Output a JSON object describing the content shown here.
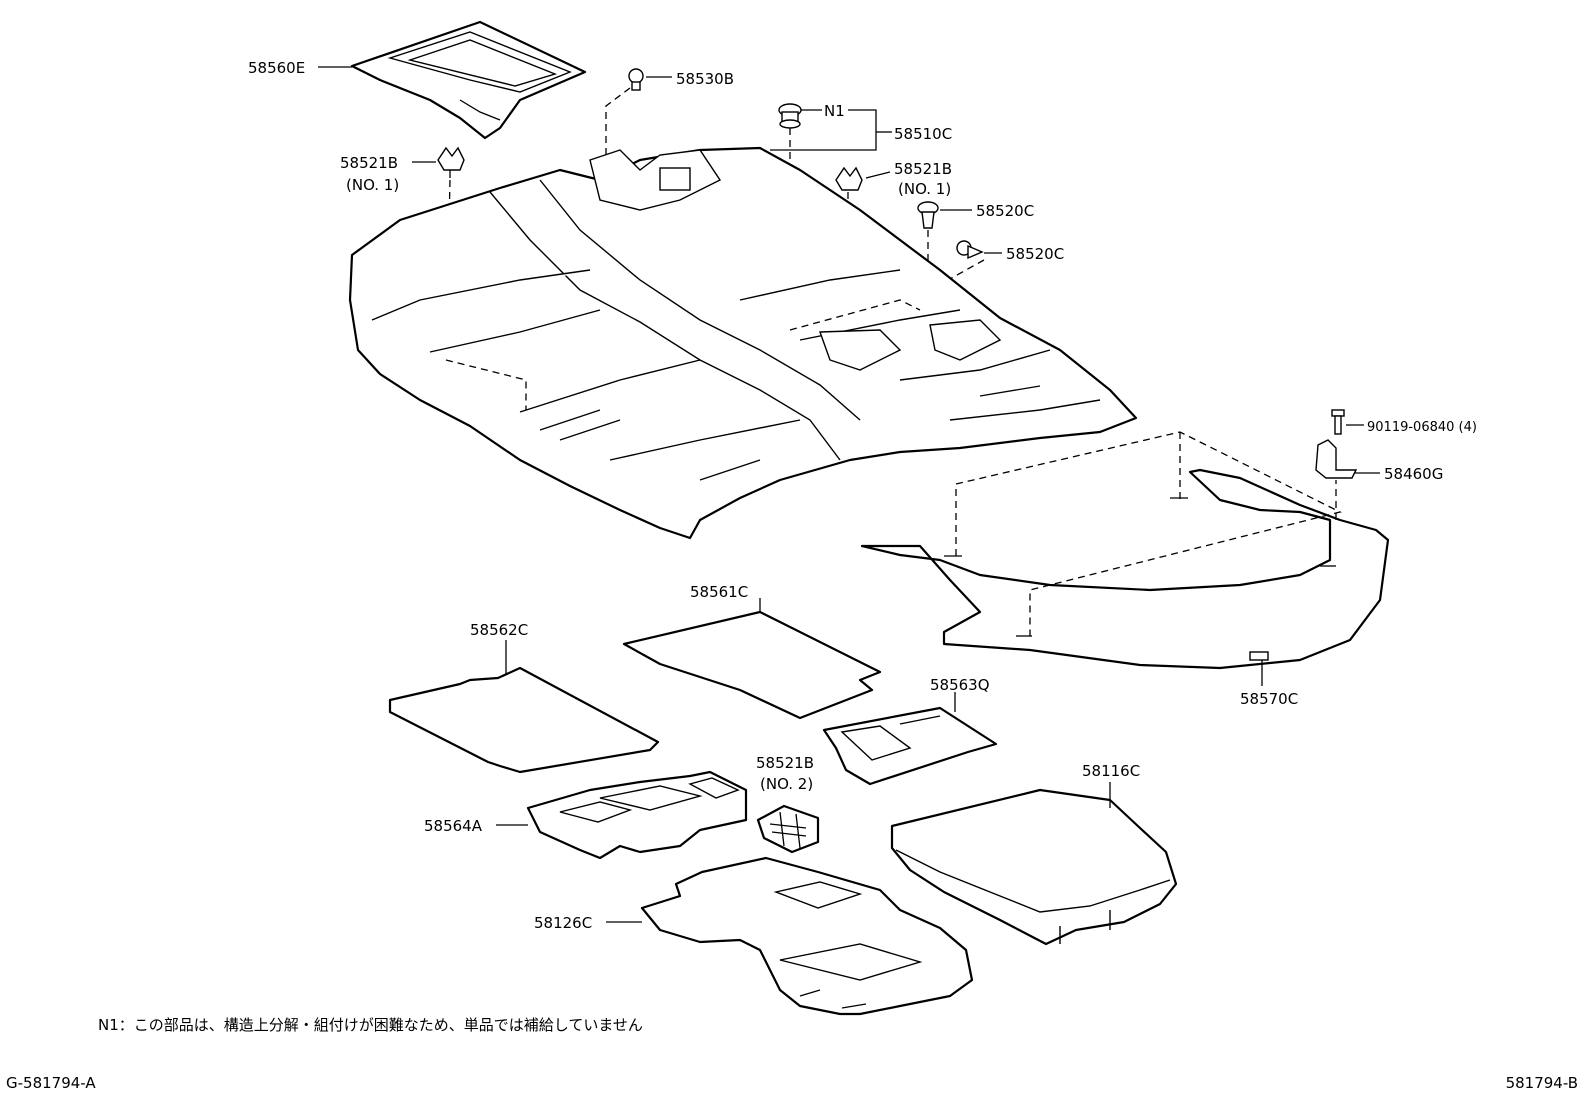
{
  "parts": {
    "p58560E": "58560E",
    "p58530B": "58530B",
    "n1": "N1",
    "p58510C": "58510C",
    "p58521B_left": "58521B",
    "p58521B_left_sub": "(NO. 1)",
    "p58521B_right": "58521B",
    "p58521B_right_sub": "(NO. 1)",
    "p58520C_a": "58520C",
    "p58520C_b": "58520C",
    "p90119": "90119-06840 (4)",
    "p58460G": "58460G",
    "p58561C": "58561C",
    "p58562C": "58562C",
    "p58563Q": "58563Q",
    "p58570C": "58570C",
    "p58521B_no2": "58521B",
    "p58521B_no2_sub": "(NO. 2)",
    "p58116C": "58116C",
    "p58564A": "58564A",
    "p58126C": "58126C"
  },
  "footer": {
    "note": "N1：この部品は、構造上分解・組付けが困難なため、単品では補給していません",
    "code_left": "G-581794-A",
    "code_right": "581794-B"
  }
}
